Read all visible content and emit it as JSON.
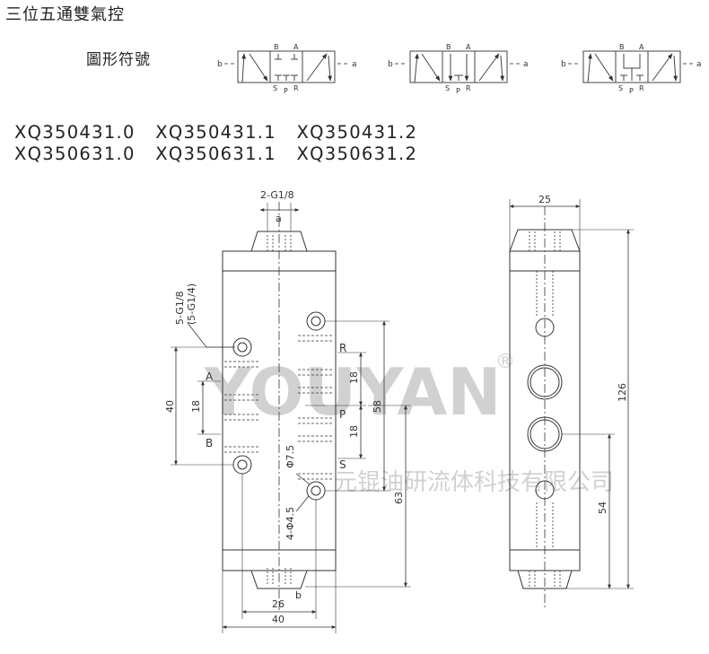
{
  "header": {
    "title": "三位五通雙氣控"
  },
  "symbols": {
    "label": "圖形符號",
    "port_labels": {
      "b": "b",
      "a": "a",
      "B": "B",
      "A": "A",
      "S": "S",
      "P": "P",
      "R": "R"
    }
  },
  "models": {
    "row1": "XQ350431.0   XQ350431.1   XQ350431.2",
    "row2": "XQ350631.0   XQ350631.1   XQ350631.2"
  },
  "front_view": {
    "pilot_port_top": "2-G1/8",
    "pilot_label_a": "a",
    "pilot_label_b": "b",
    "work_ports": "5-G1/8",
    "work_ports_alt": "(5-G1/4)",
    "port_A": "A",
    "port_B": "B",
    "port_R": "R",
    "port_P": "P",
    "port_S": "S",
    "dim_40_left": "40",
    "dim_18_left": "18",
    "dim_18_r": "18",
    "dim_18_s": "18",
    "dim_58": "58",
    "dim_63": "63",
    "dim_phi75": "Φ7.5",
    "dim_mount": "4-Φ4.5",
    "dim_26": "26",
    "dim_40_bottom": "40"
  },
  "side_view": {
    "dim_25": "25",
    "dim_126": "126",
    "dim_54": "54"
  },
  "watermark": {
    "brand": "YOUYAN",
    "registered": "®",
    "company": "元锟油研流体科技有限公司"
  }
}
